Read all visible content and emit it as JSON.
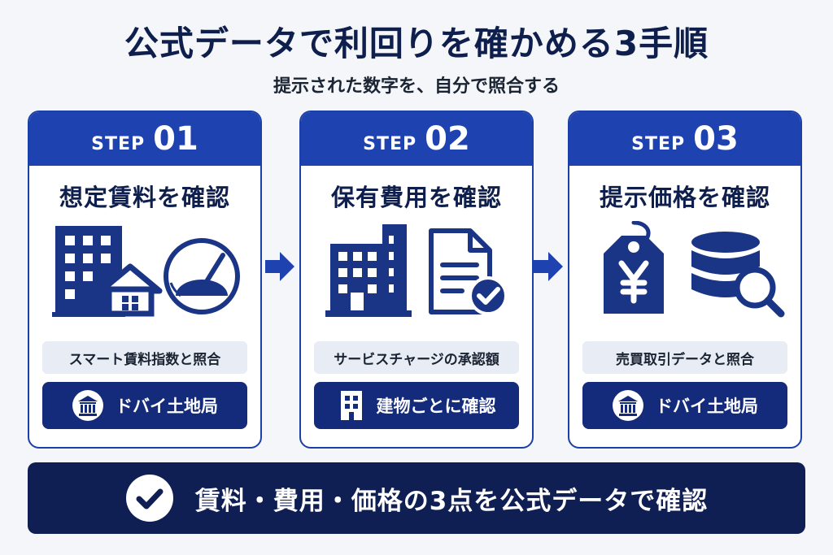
{
  "title": "公式データで利回りを確かめる3手順",
  "subtitle": "提示された数字を、自分で照合する",
  "steps": [
    {
      "step_word": "STEP",
      "number": "01",
      "heading": "想定賃料を確認",
      "icons": [
        "office-building-icon",
        "house-icon",
        "gauge-icon"
      ],
      "note": "スマート賃料指数と照合",
      "source_icon": "government-building-icon",
      "source": "ドバイ土地局"
    },
    {
      "step_word": "STEP",
      "number": "02",
      "heading": "保有費用を確認",
      "icons": [
        "office-building-icon",
        "document-check-icon"
      ],
      "note": "サービスチャージの承認額",
      "source_icon": "building-icon",
      "source": "建物ごとに確認"
    },
    {
      "step_word": "STEP",
      "number": "03",
      "heading": "提示価格を確認",
      "icons": [
        "yen-price-tag-icon",
        "database-search-icon"
      ],
      "note": "売買取引データと照合",
      "source_icon": "government-building-icon",
      "source": "ドバイ土地局"
    }
  ],
  "banner": {
    "icon": "check-circle-icon",
    "text": "賃料・費用・価格の3点を公式データで確認"
  },
  "colors": {
    "header_blue": "#1e43b0",
    "navy": "#142a7a",
    "banner_navy": "#0f1f54",
    "icon_navy": "#1a3585",
    "note_bg": "#e8ecf4"
  }
}
